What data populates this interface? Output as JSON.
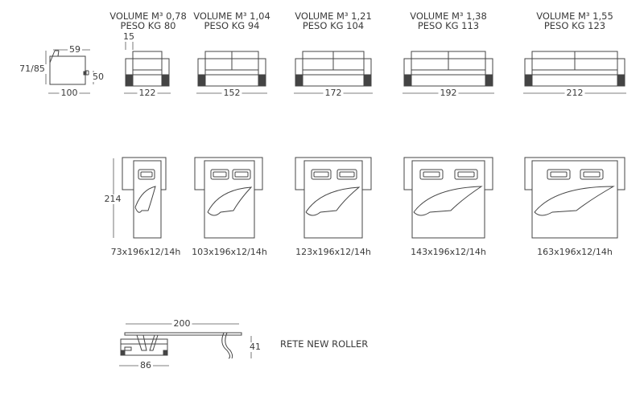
{
  "sofas": [
    {
      "volume": "VOLUME M³ 0,78",
      "weight": "PESO KG 80",
      "width": "122"
    },
    {
      "volume": "VOLUME M³ 1,04",
      "weight": "PESO KG 94",
      "width": "152"
    },
    {
      "volume": "VOLUME M³ 1,21",
      "weight": "PESO KG 104",
      "width": "172"
    },
    {
      "volume": "VOLUME M³ 1,38",
      "weight": "PESO KG 113",
      "width": "192"
    },
    {
      "volume": "VOLUME M³ 1,55",
      "weight": "PESO KG 123",
      "width": "212"
    }
  ],
  "side_view": {
    "seat_depth": "59",
    "height": "71/85",
    "seat_height": "50",
    "depth": "100"
  },
  "arm_width": "15",
  "bed_length": "214",
  "mattresses": [
    "73x196x12/14h",
    "103x196x12/14h",
    "123x196x12/14h",
    "143x196x12/14h",
    "163x196x12/14h"
  ],
  "mechanism": {
    "open_length": "200",
    "closed_depth": "86",
    "height": "41",
    "name": "RETE NEW ROLLER"
  }
}
